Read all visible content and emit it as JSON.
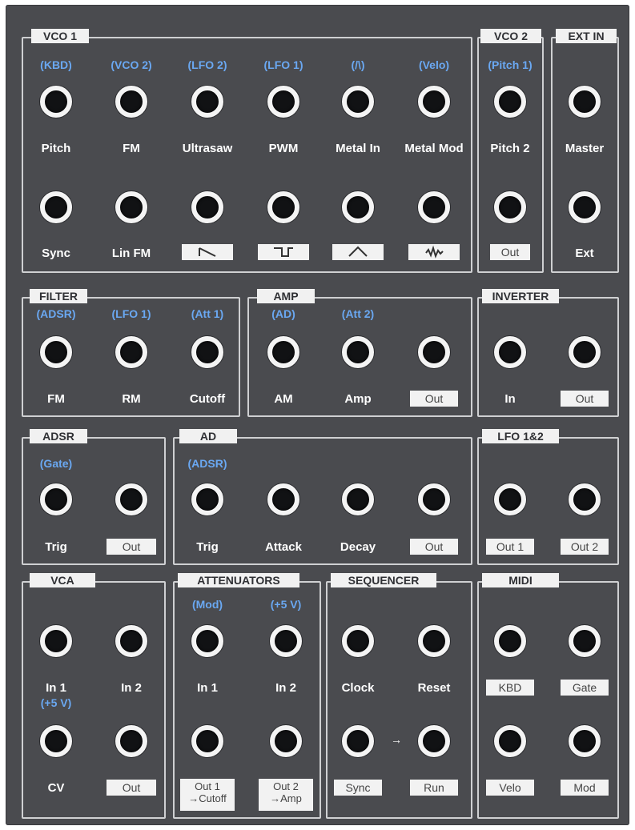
{
  "vco1": {
    "title": "VCO 1",
    "sources": [
      "(KBD)",
      "(VCO 2)",
      "(LFO 2)",
      "(LFO 1)",
      "(/\\)",
      "(Velo)"
    ],
    "inputs": [
      "Pitch",
      "FM",
      "Ultrasaw",
      "PWM",
      "Metal In",
      "Metal Mod"
    ],
    "row2_labels": [
      "Sync",
      "Lin FM"
    ],
    "wave_outputs": [
      "saw-wave-icon",
      "square-wave-icon",
      "triangle-wave-icon",
      "noise-wave-icon"
    ]
  },
  "vco2": {
    "title": "VCO 2",
    "source": "(Pitch 1)",
    "input": "Pitch 2",
    "out": "Out"
  },
  "ext_in": {
    "title": "EXT IN",
    "input": "Master",
    "out": "Ext"
  },
  "filter": {
    "title": "FILTER",
    "sources": [
      "(ADSR)",
      "(LFO 1)",
      "(Att 1)"
    ],
    "inputs": [
      "FM",
      "RM",
      "Cutoff"
    ]
  },
  "amp": {
    "title": "AMP",
    "sources": [
      "(AD)",
      "(Att 2)"
    ],
    "inputs": [
      "AM",
      "Amp"
    ],
    "out": "Out"
  },
  "inverter": {
    "title": "INVERTER",
    "input": "In",
    "out": "Out"
  },
  "adsr": {
    "title": "ADSR",
    "source": "(Gate)",
    "input": "Trig",
    "out": "Out"
  },
  "ad": {
    "title": "AD",
    "source": "(ADSR)",
    "inputs": [
      "Trig",
      "Attack",
      "Decay"
    ],
    "out": "Out"
  },
  "lfo": {
    "title": "LFO 1&2",
    "outs": [
      "Out 1",
      "Out 2"
    ]
  },
  "vca": {
    "title": "VCA",
    "inputs": [
      "In 1",
      "In 2"
    ],
    "cv_source": "(+5 V)",
    "cv": "CV",
    "out": "Out"
  },
  "attenuators": {
    "title": "ATTENUATORS",
    "sources": [
      "(Mod)",
      "(+5 V)"
    ],
    "inputs": [
      "In 1",
      "In 2"
    ],
    "out1": [
      "Out 1",
      "→Cutoff"
    ],
    "out2": [
      "Out 2",
      "→Amp"
    ]
  },
  "sequencer": {
    "title": "SEQUENCER",
    "inputs": [
      "Clock",
      "Reset"
    ],
    "outs": [
      "Sync",
      "Run"
    ],
    "arrow": "→"
  },
  "midi": {
    "title": "MIDI",
    "outs": [
      "KBD",
      "Gate",
      "Velo",
      "Mod"
    ]
  },
  "colors": {
    "panel": "#4a4b4f",
    "source_label": "#6aa8f2",
    "label": "#ffffff",
    "jack_ring": "#f4f4f4"
  }
}
